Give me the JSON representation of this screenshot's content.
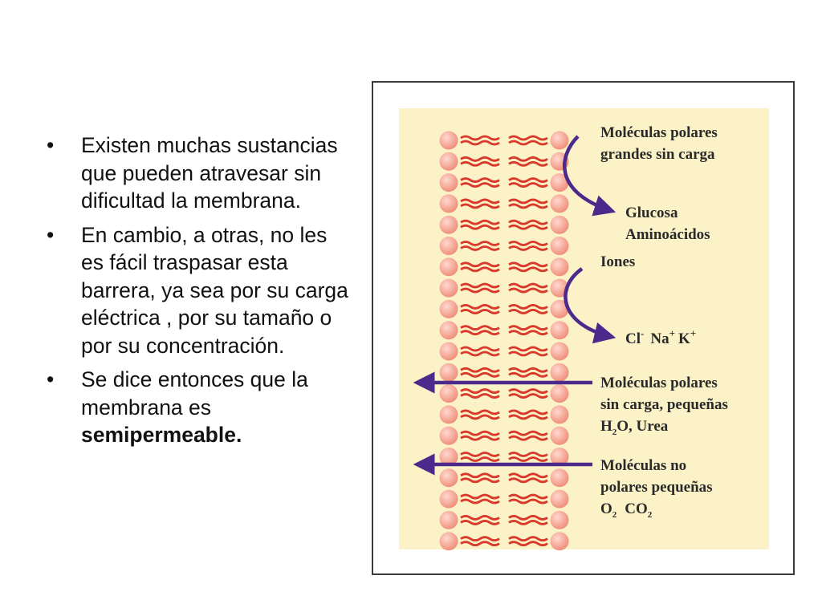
{
  "bullets": [
    {
      "text": "Existen muchas sustancias que pueden atravesar sin dificultad la membrana."
    },
    {
      "text": "En cambio, a otras, no les es fácil traspasar esta barrera, ya sea por su carga eléctrica , por su tamaño o por su concentración."
    },
    {
      "text": "Se dice entonces que la membrana es ",
      "bold": "semipermeable."
    }
  ],
  "bullet_symbol": "•",
  "diagram": {
    "group1": {
      "line1": "Moléculas polares",
      "line2": "grandes sin carga",
      "ex1": "Glucosa",
      "ex2": "Aminoácidos"
    },
    "group2": {
      "title": "Iones",
      "cl": "Cl",
      "cl_sup": "-",
      "na": "Na",
      "na_sup": "+",
      "k": "K",
      "k_sup": "+"
    },
    "group3": {
      "line1": "Moléculas polares",
      "line2": "sin carga, pequeñas",
      "h": "H",
      "h_sub": "2",
      "rest": "O, Urea"
    },
    "group4": {
      "line1": "Moléculas no",
      "line2": "polares pequeñas",
      "o": "O",
      "o_sub": "2",
      "co": "CO",
      "co_sub": "2"
    },
    "colors": {
      "arrow": "#4b2a8c",
      "head": "#f59a8a",
      "tail": "#d8392b",
      "background": "#fbf3c7"
    }
  }
}
